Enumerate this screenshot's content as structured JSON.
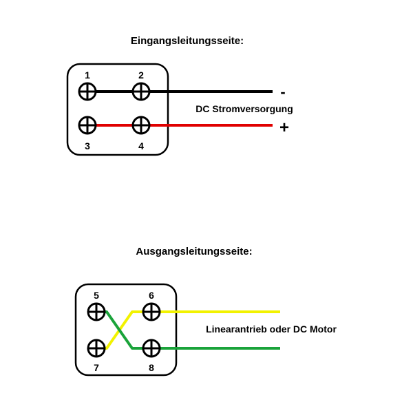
{
  "input_side": {
    "title": "Eingangsleitungsseite:",
    "terminals": [
      "1",
      "2",
      "3",
      "4"
    ],
    "supply_label": "DC Stromversorgung",
    "minus_sign": "-",
    "plus_sign": "+",
    "wire_colors": {
      "negative": "#000000",
      "positive": "#e00000"
    }
  },
  "output_side": {
    "title": "Ausgangsleitungsseite:",
    "terminals": [
      "5",
      "6",
      "7",
      "8"
    ],
    "load_label": "Linearantrieb oder DC Motor",
    "wire_colors": {
      "yellow": "#f2f200",
      "green": "#1aa33a"
    }
  }
}
